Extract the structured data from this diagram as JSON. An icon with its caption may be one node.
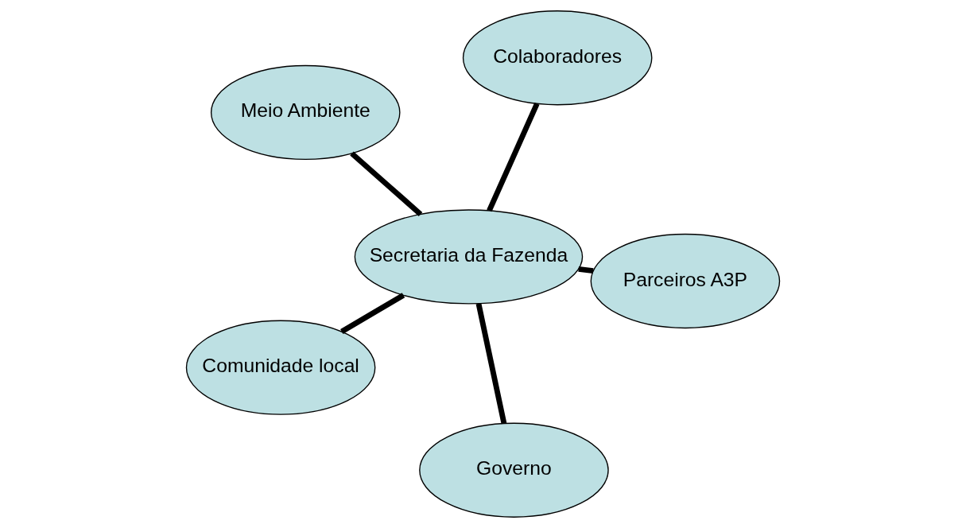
{
  "diagram": {
    "nodes": [
      {
        "text": [
          "Meio Ambiente"
        ]
      },
      {
        "text": [
          "Parceiros A3P"
        ]
      },
      {
        "text": [
          "Governo"
        ]
      },
      {
        "text": [
          "Secretaria da Fazenda"
        ]
      },
      {
        "text": [
          "Colaboradores"
        ]
      },
      {
        "text": [
          "Comunidade local"
        ]
      }
    ],
    "edges": [
      {
        "from": 3,
        "to": 0,
        "arrow": "none"
      },
      {
        "from": 3,
        "to": 1,
        "arrow": "none"
      },
      {
        "from": 3,
        "to": 2,
        "arrow": "none"
      },
      {
        "from": 3,
        "to": 4,
        "arrow": "none"
      },
      {
        "from": 3,
        "to": 5,
        "arrow": "none"
      }
    ]
  }
}
